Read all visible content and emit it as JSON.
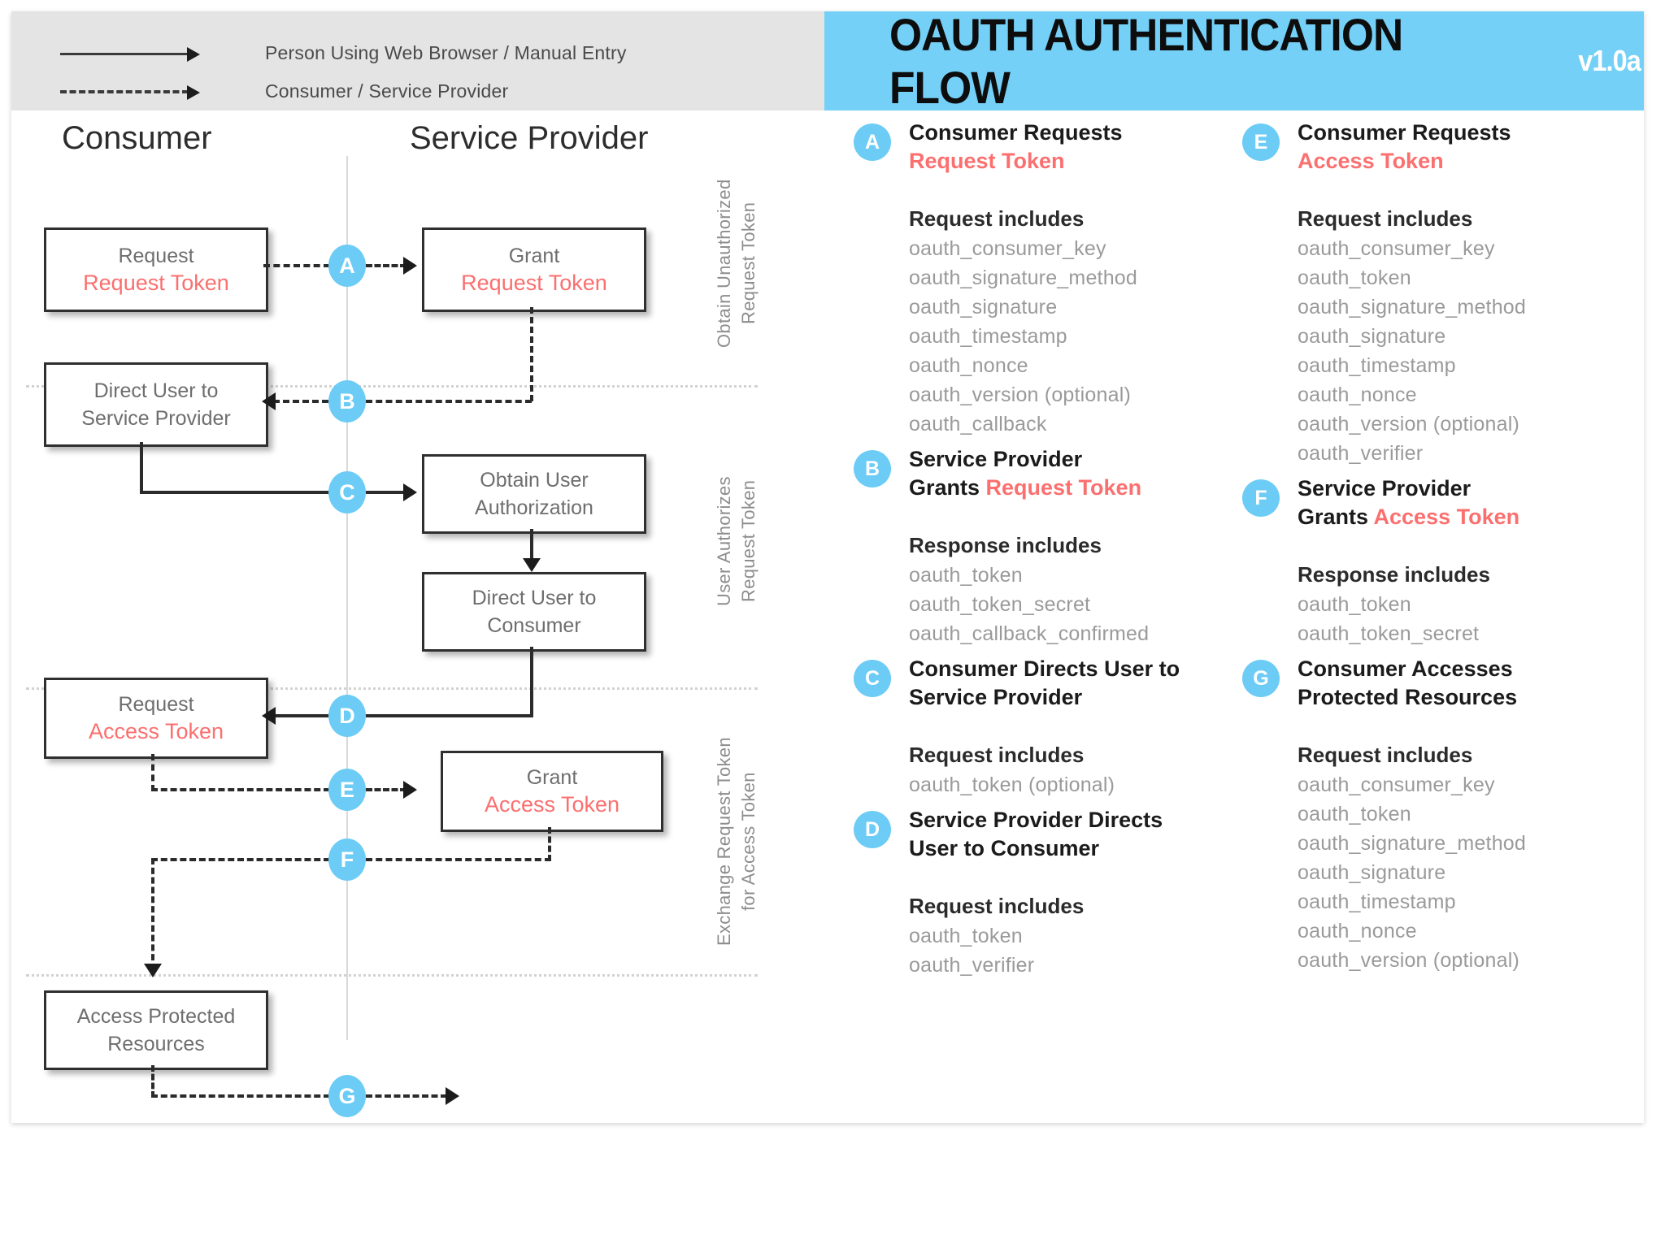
{
  "legend": {
    "rows": [
      {
        "style": "solid",
        "label": "Person Using Web Browser / Manual Entry"
      },
      {
        "style": "dashed",
        "label": "Consumer / Service Provider"
      }
    ]
  },
  "title": {
    "main": "OAUTH AUTHENTICATION FLOW",
    "version": "v1.0a",
    "banner_color": "#74d0f7"
  },
  "colors": {
    "badge_blue": "#6cccf5",
    "accent_red": "#fb6f6f",
    "node_border": "#2f2f2f",
    "muted_gray": "#9a9a9a"
  },
  "diagram": {
    "lanes": {
      "consumer": "Consumer",
      "provider": "Service Provider"
    },
    "sections": [
      {
        "id": "s1",
        "label": "Obtain Unauthorized\nRequest Token"
      },
      {
        "id": "s2",
        "label": "User Authorizes\nRequest Token"
      },
      {
        "id": "s3",
        "label": "Exchange Request Token\nfor Access Token"
      }
    ],
    "nodes": [
      {
        "id": "n1",
        "line1": "Request",
        "line2": "Request Token"
      },
      {
        "id": "n2",
        "line1": "Grant",
        "line2": "Request Token"
      },
      {
        "id": "n3",
        "line1": "Direct User to\nService Provider",
        "line2": ""
      },
      {
        "id": "n4",
        "line1": "Obtain User\nAuthorization",
        "line2": ""
      },
      {
        "id": "n5",
        "line1": "Direct User to\nConsumer",
        "line2": ""
      },
      {
        "id": "n6",
        "line1": "Request",
        "line2": "Access Token"
      },
      {
        "id": "n7",
        "line1": "Grant",
        "line2": "Access Token"
      },
      {
        "id": "n8",
        "line1": "Access Protected\nResources",
        "line2": ""
      }
    ],
    "badges": [
      "A",
      "B",
      "C",
      "D",
      "E",
      "F",
      "G"
    ]
  },
  "panel": {
    "columns": [
      {
        "items": [
          {
            "badge": "A",
            "head_line1": "Consumer Requests",
            "head_line2": "Request Token",
            "head_line2_accent": true,
            "sub": "Request includes",
            "params": [
              "oauth_consumer_key",
              "oauth_signature_method",
              "oauth_signature",
              "oauth_timestamp",
              "oauth_nonce",
              "oauth_version (optional)",
              "oauth_callback"
            ]
          },
          {
            "badge": "B",
            "head_line1": "Service Provider",
            "head_line2_prefix": "Grants ",
            "head_line2": "Request Token",
            "head_line2_accent": true,
            "sub": "Response includes",
            "params": [
              "oauth_token",
              "oauth_token_secret",
              "oauth_callback_confirmed"
            ]
          },
          {
            "badge": "C",
            "head_line1": "Consumer Directs User to",
            "head_line2": "Service Provider",
            "head_line2_accent": false,
            "sub": "Request includes",
            "params": [
              "oauth_token (optional)"
            ]
          },
          {
            "badge": "D",
            "head_line1": "Service Provider Directs",
            "head_line2": "User to Consumer",
            "head_line2_accent": false,
            "sub": "Request includes",
            "params": [
              "oauth_token",
              "oauth_verifier"
            ]
          }
        ]
      },
      {
        "items": [
          {
            "badge": "E",
            "head_line1": "Consumer Requests",
            "head_line2": "Access Token",
            "head_line2_accent": true,
            "sub": "Request includes",
            "params": [
              "oauth_consumer_key",
              "oauth_token",
              "oauth_signature_method",
              "oauth_signature",
              "oauth_timestamp",
              "oauth_nonce",
              "oauth_version (optional)",
              "oauth_verifier"
            ]
          },
          {
            "badge": "F",
            "head_line1": "Service Provider",
            "head_line2_prefix": "Grants ",
            "head_line2": "Access Token",
            "head_line2_accent": true,
            "sub": "Response includes",
            "params": [
              "oauth_token",
              "oauth_token_secret"
            ]
          },
          {
            "badge": "G",
            "head_line1": "Consumer Accesses",
            "head_line2": "Protected Resources",
            "head_line2_accent": false,
            "sub": "Request includes",
            "params": [
              "oauth_consumer_key",
              "oauth_token",
              "oauth_signature_method",
              "oauth_signature",
              "oauth_timestamp",
              "oauth_nonce",
              "oauth_version (optional)"
            ]
          }
        ]
      }
    ]
  }
}
